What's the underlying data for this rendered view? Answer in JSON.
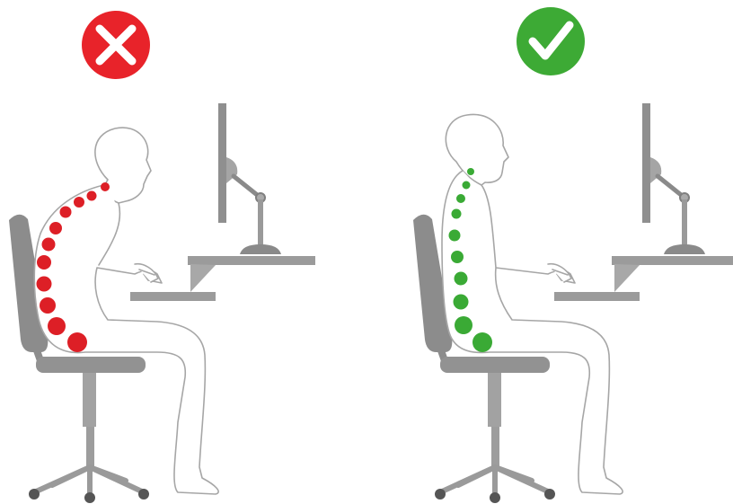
{
  "panels": [
    {
      "id": "bad",
      "posture": "incorrect",
      "badge": "x-mark-icon"
    },
    {
      "id": "good",
      "posture": "correct",
      "badge": "check-mark-icon"
    }
  ],
  "colors": {
    "incorrect_badge": "#e8232a",
    "correct_badge": "#3daa35",
    "spine_incorrect": "#dd1f26",
    "spine_correct": "#3aaa35",
    "furniture": "#9b9b9b",
    "furniture_dark": "#7a7a7a",
    "outline": "#a6a6a6",
    "background": "#ffffff"
  }
}
